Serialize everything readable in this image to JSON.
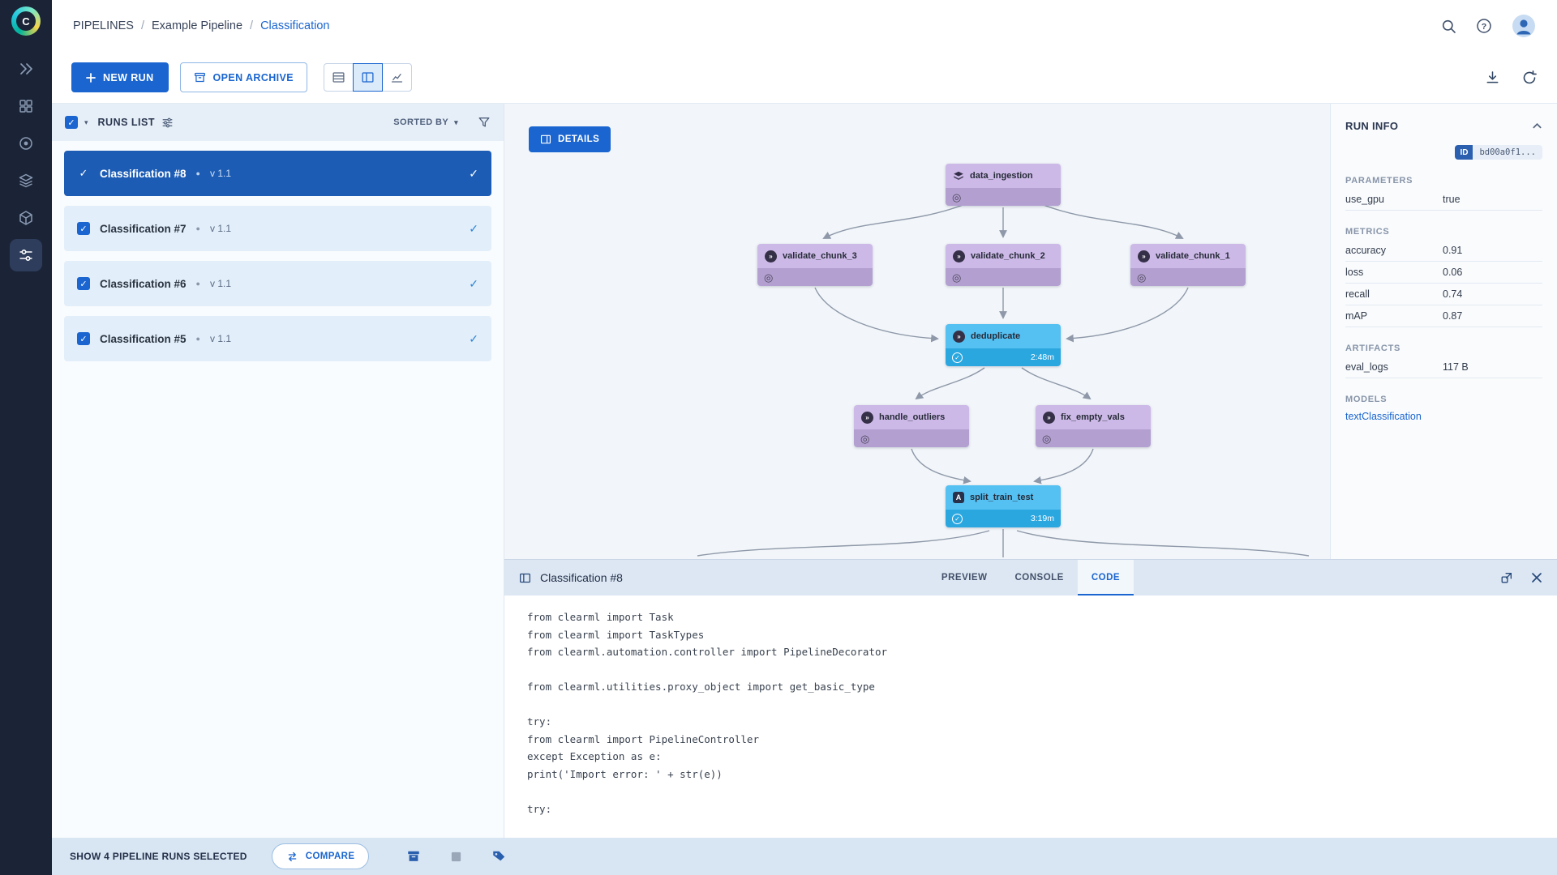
{
  "header": {
    "breadcrumb": [
      "PIPELINES",
      "Example Pipeline",
      "Classification"
    ]
  },
  "toolbar": {
    "new_run_label": "NEW RUN",
    "open_archive_label": "OPEN ARCHIVE"
  },
  "runs_list": {
    "title": "RUNS LIST",
    "sorted_by_label": "SORTED BY",
    "items": [
      {
        "name": "Classification #8",
        "version": "v 1.1"
      },
      {
        "name": "Classification #7",
        "version": "v 1.1"
      },
      {
        "name": "Classification #6",
        "version": "v 1.1"
      },
      {
        "name": "Classification #5",
        "version": "v 1.1"
      }
    ]
  },
  "dag": {
    "details_label": "DETAILS",
    "nodes": [
      {
        "label": "data_ingestion"
      },
      {
        "label": "validate_chunk_3"
      },
      {
        "label": "validate_chunk_2"
      },
      {
        "label": "validate_chunk_1"
      },
      {
        "label": "deduplicate",
        "time": "2:48m"
      },
      {
        "label": "handle_outliers"
      },
      {
        "label": "fix_empty_vals"
      },
      {
        "label": "split_train_test",
        "time": "3:19m"
      }
    ]
  },
  "run_info": {
    "title": "RUN INFO",
    "id_label": "ID",
    "id_value": "bd00a0f1...",
    "parameters_title": "PARAMETERS",
    "parameters": [
      {
        "key": "use_gpu",
        "value": "true"
      }
    ],
    "metrics_title": "METRICS",
    "metrics": [
      {
        "key": "accuracy",
        "value": "0.91"
      },
      {
        "key": "loss",
        "value": "0.06"
      },
      {
        "key": "recall",
        "value": "0.74"
      },
      {
        "key": "mAP",
        "value": "0.87"
      }
    ],
    "artifacts_title": "ARTIFACTS",
    "artifacts": [
      {
        "key": "eval_logs",
        "value": "117 B"
      }
    ],
    "models_title": "MODELS",
    "models": [
      {
        "name": "textClassification"
      }
    ]
  },
  "detail_panel": {
    "title": "Classification #8",
    "tabs": [
      {
        "label": "PREVIEW"
      },
      {
        "label": "CONSOLE"
      },
      {
        "label": "CODE"
      }
    ],
    "code": "from clearml import Task\nfrom clearml import TaskTypes\nfrom clearml.automation.controller import PipelineDecorator\n\nfrom clearml.utilities.proxy_object import get_basic_type\n\ntry:\nfrom clearml import PipelineController\nexcept Exception as e:\nprint('Import error: ' + str(e))\n\ntry:"
  },
  "footer": {
    "selection_text": "SHOW 4 PIPELINE RUNS SELECTED",
    "compare_label": "COMPARE"
  }
}
